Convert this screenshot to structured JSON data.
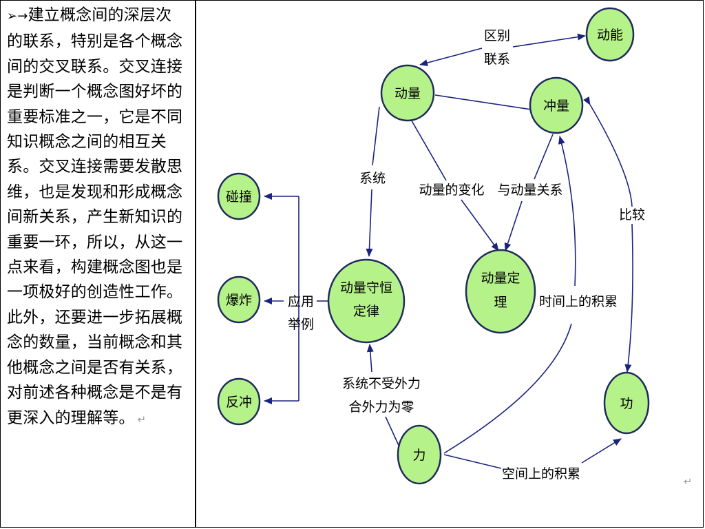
{
  "text_panel": {
    "bullet": "➢→",
    "lines": [
      "建立概念间的深层次",
      "的联系，特别是各个概念",
      "间的交叉联系。交叉连接",
      "是判断一个概念图好坏的",
      "重要标准之一，它是不同",
      "知识概念之间的相互关",
      "系。交叉连接需要发散思",
      "维，也是发现和形成概念",
      "间新关系，产生新知识的",
      "重要一环，所以，从这一",
      "点来看，构建概念图也是",
      "一项极好的创造性工作。",
      "此外，还要进一步拓展概",
      "念的数量，当前概念和其",
      "他概念之间是否有关系，",
      "对前述各种概念是不是有",
      "更深入的理解等。"
    ],
    "paragraph_mark": "↵"
  },
  "concept_map": {
    "colors": {
      "node_fill": "#b6f28a",
      "node_stroke": "#1f2a5c",
      "edge": "#1a237e"
    },
    "nodes": {
      "dongneng": "动能",
      "dongliang": "动量",
      "chongliang": "冲量",
      "pengzhuang": "碰撞",
      "baozha": "爆炸",
      "fanchong": "反冲",
      "shouheng_1": "动量守恒",
      "shouheng_2": "定律",
      "dingli_1": "动量定",
      "dingli_2": "理",
      "gong": "功",
      "li": "力"
    },
    "edge_labels": {
      "qubie": "区别",
      "lianxi": "联系",
      "xitong": "系统",
      "bianhua": "动量的变化",
      "guanxi": "与动量关系",
      "bijiao": "比较",
      "yingyong": "应用",
      "juli": "举例",
      "shijian": "时间上的积累",
      "waili_1": "系统不受外力",
      "waili_2": "合外力为零",
      "kongjian": "空间上的积累"
    },
    "corner_mark": "↵"
  }
}
